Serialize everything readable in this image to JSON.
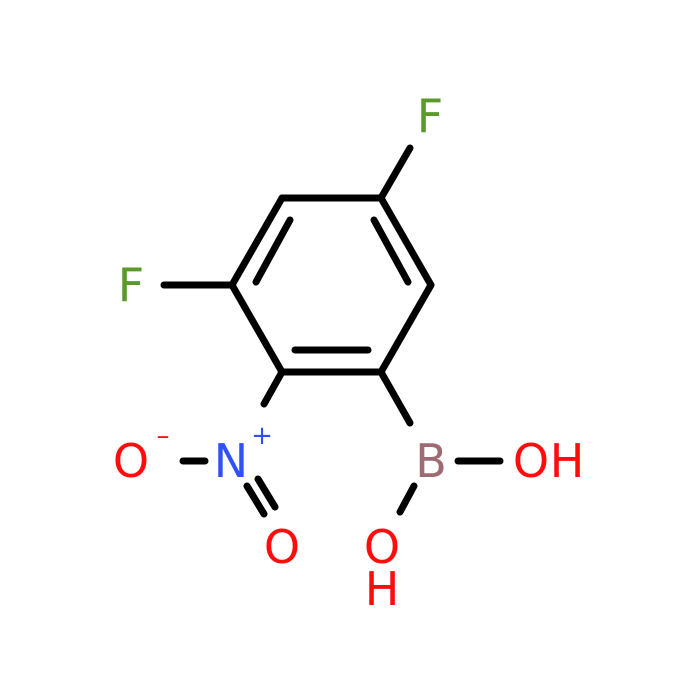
{
  "colors": {
    "bond": "#000000",
    "fluorine": "#5a9a2a",
    "oxygen": "#ff0d0d",
    "nitrogen": "#3050f8",
    "boron": "#9e6b73"
  },
  "atoms": {
    "f_top": "F",
    "f_left": "F",
    "n_nitro": "N",
    "n_charge": "+",
    "o_minus": "O",
    "o_minus_charge": "–",
    "o_double": "O",
    "b_boron": "B",
    "oh_right_o": "O",
    "oh_right_h": "H",
    "oh_down_o": "O",
    "oh_down_h": "H"
  }
}
